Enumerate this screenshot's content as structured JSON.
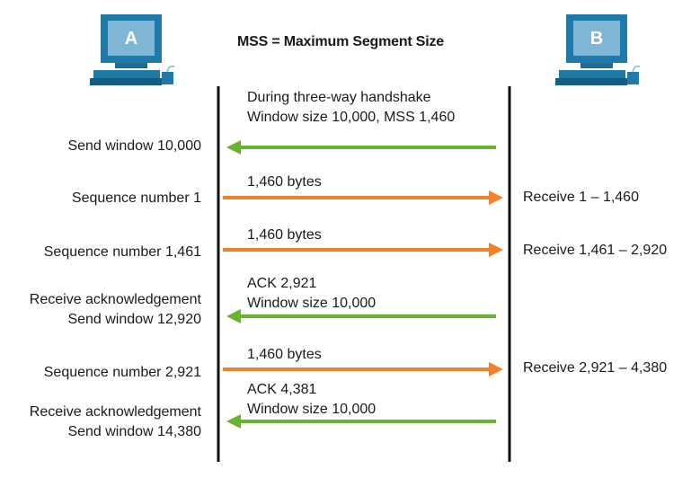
{
  "title": "MSS = Maximum Segment Size",
  "hosts": {
    "a": {
      "label": "A"
    },
    "b": {
      "label": "B"
    }
  },
  "handshake": {
    "line1": "During three-way handshake",
    "line2": "Window size 10,000, MSS 1,460"
  },
  "left": {
    "send_window_1": "Send window 10,000",
    "seq_1": "Sequence number 1",
    "seq_2": "Sequence number 1,461",
    "ack_recv_1": "Receive acknowledgement",
    "send_window_2": "Send window 12,920",
    "seq_3": "Sequence number 2,921",
    "ack_recv_2": "Receive acknowledgement",
    "send_window_3": "Send window 14,380"
  },
  "right": {
    "recv_1": "Receive 1 – 1,460",
    "recv_2": "Receive 1,461 – 2,920",
    "recv_3": "Receive 2,921 – 4,380"
  },
  "middle": {
    "bytes_1": "1,460 bytes",
    "bytes_2": "1,460 bytes",
    "ack_1_l1": "ACK 2,921",
    "ack_1_l2": "Window size 10,000",
    "bytes_3": "1,460 bytes",
    "ack_2_l1": "ACK 4,381",
    "ack_2_l2": "Window size 10,000"
  },
  "colors": {
    "ack_arrow": "#6ab42d",
    "data_arrow": "#f0822d",
    "timeline": "#111111",
    "computer_body": "#1f7aa8",
    "computer_screen": "#7fb6d6"
  }
}
